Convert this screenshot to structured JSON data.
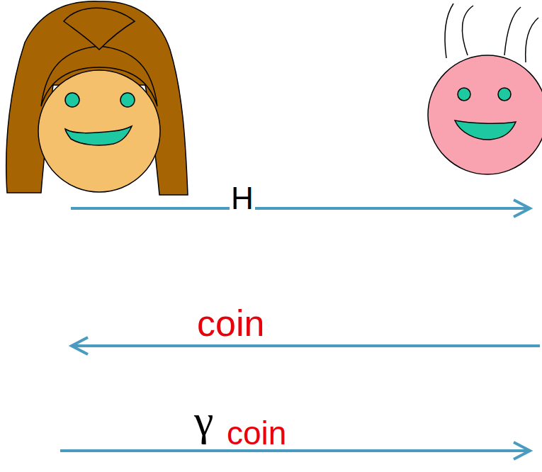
{
  "diagram": {
    "labels": [
      "H",
      "coin",
      "γ",
      "coin"
    ]
  }
}
